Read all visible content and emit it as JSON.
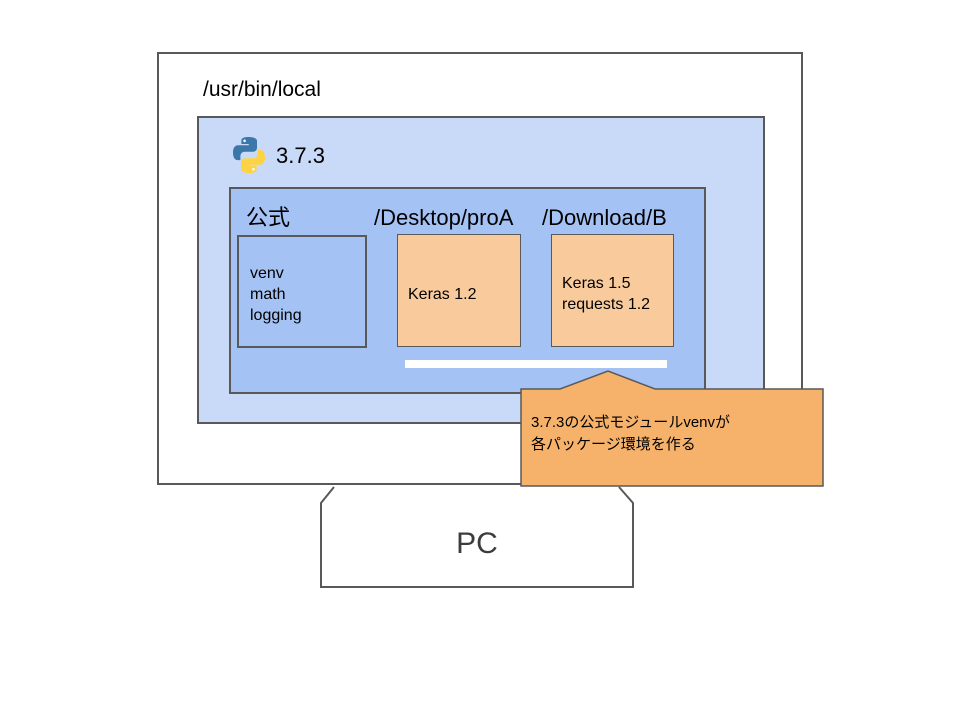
{
  "diagram": {
    "host_path": "/usr/bin/local",
    "python": {
      "icon": "python-logo-icon",
      "version": "3.7.3"
    },
    "builtin": {
      "title": "公式",
      "modules": [
        "venv",
        "math",
        "logging"
      ]
    },
    "projects": [
      {
        "path": "/Desktop/proA",
        "packages": [
          "Keras 1.2"
        ]
      },
      {
        "path": "/Download/B",
        "packages": [
          "Keras 1.5",
          "requests 1.2"
        ]
      }
    ],
    "callout": {
      "lines": [
        "3.7.3の公式モジュールvenvが",
        "各パッケージ環境を作る"
      ]
    },
    "machine_label": "PC",
    "colors": {
      "python_box": "#c9daf8",
      "env_box": "#a4c2f4",
      "package_box": "#f9cb9c",
      "callout": "#f6b26b",
      "border": "#595959"
    }
  }
}
